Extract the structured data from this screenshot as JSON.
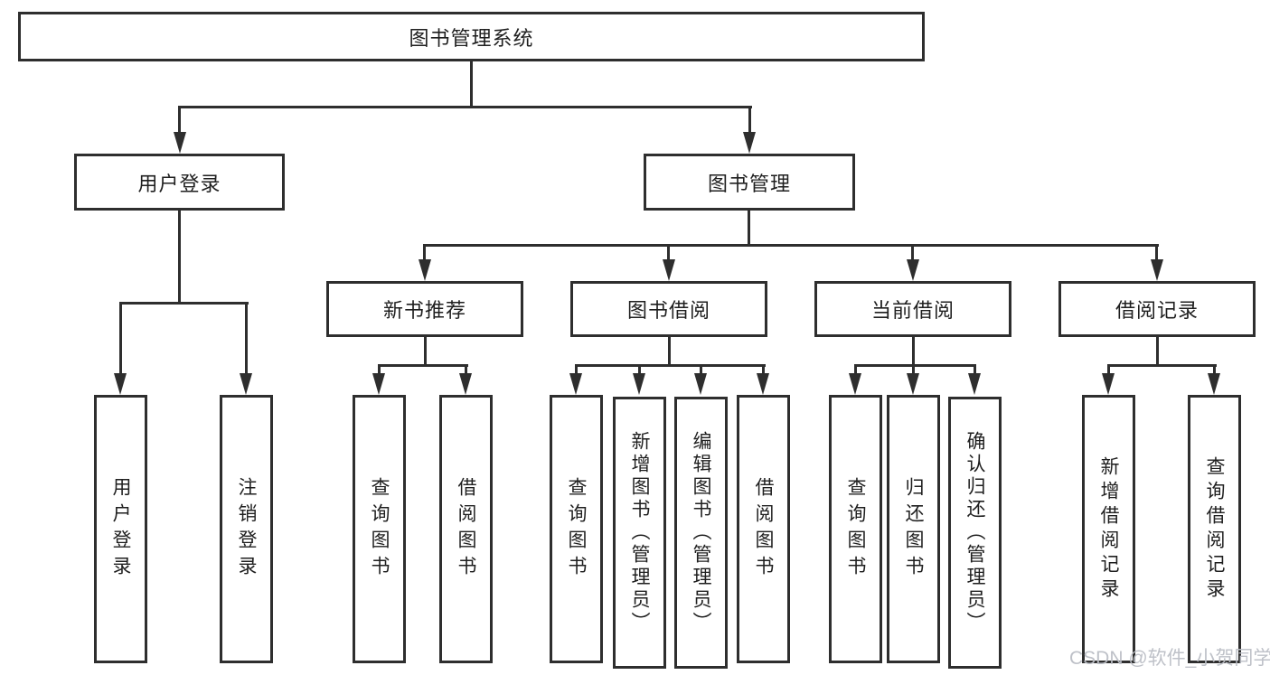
{
  "tree": {
    "label": "图书管理系统",
    "children": [
      {
        "label": "用户登录",
        "children": [
          {
            "label": "用户登录"
          },
          {
            "label": "注销登录"
          }
        ]
      },
      {
        "label": "图书管理",
        "children": [
          {
            "label": "新书推荐",
            "children": [
              {
                "label": "查询图书"
              },
              {
                "label": "借阅图书"
              }
            ]
          },
          {
            "label": "图书借阅",
            "children": [
              {
                "label": "查询图书"
              },
              {
                "label": "新增图书（管理员）"
              },
              {
                "label": "编辑图书（管理员）"
              },
              {
                "label": "借阅图书"
              }
            ]
          },
          {
            "label": "当前借阅",
            "children": [
              {
                "label": "查询图书"
              },
              {
                "label": "归还图书"
              },
              {
                "label": "确认归还（管理员）"
              }
            ]
          },
          {
            "label": "借阅记录",
            "children": [
              {
                "label": "新增借阅记录"
              },
              {
                "label": "查询借阅记录"
              }
            ]
          }
        ]
      }
    ]
  },
  "watermark": {
    "text": "CSDN @软件_小贺同学"
  },
  "colors": {
    "line": "#2e2e2e",
    "text": "#1f1f1f",
    "background": "#ffffff",
    "watermark": "#babec5"
  }
}
